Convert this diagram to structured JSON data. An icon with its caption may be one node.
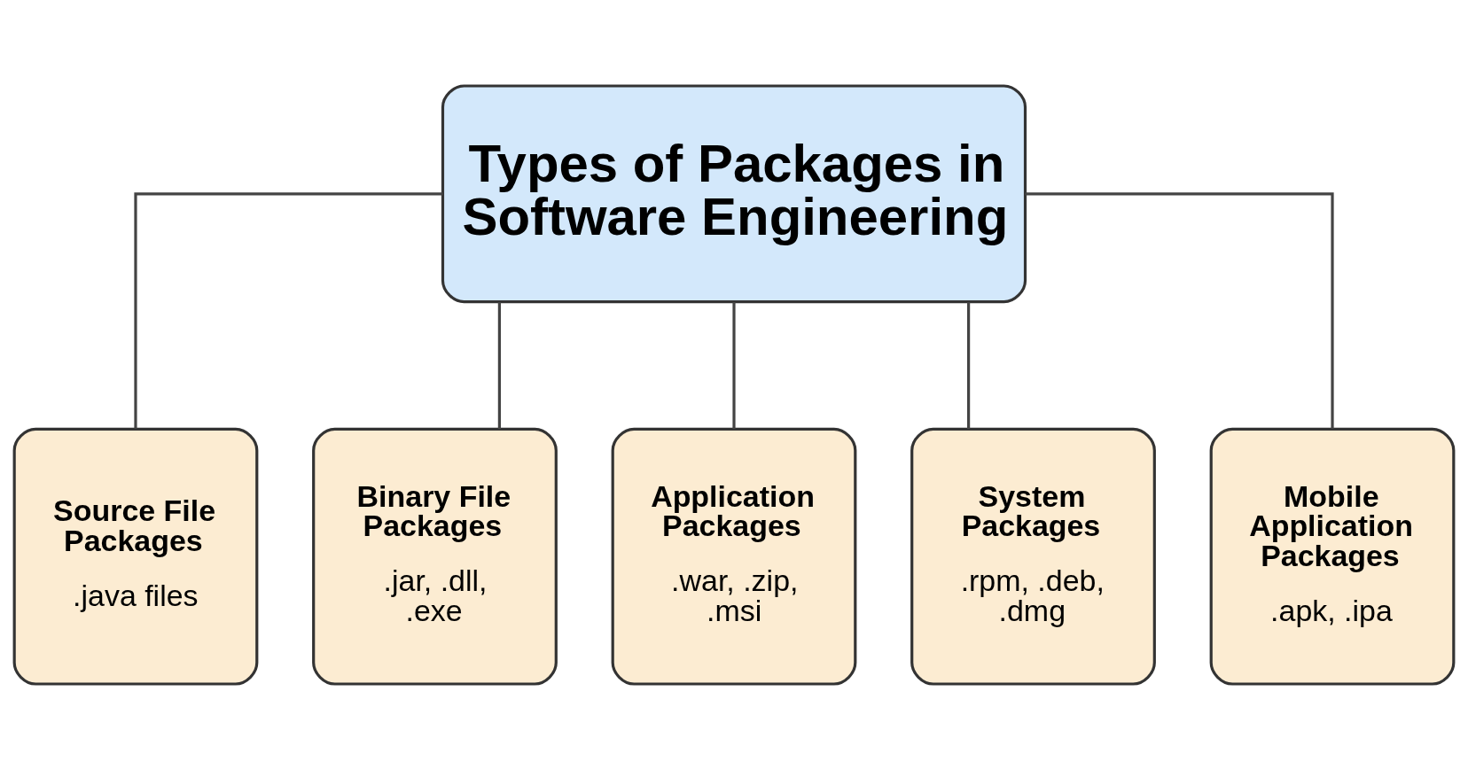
{
  "diagram": {
    "nodes": [
      {
        "text": [
          "Types of Packages in Software Engineering"
        ]
      },
      {
        "text": [
          "Source File Packages",
          ".java files"
        ]
      },
      {
        "text": [
          "Binary File Packages",
          ".jar, .dll, .exe"
        ]
      },
      {
        "text": [
          "Application Packages",
          ".war, .zip, .msi"
        ]
      },
      {
        "text": [
          "System Packages",
          ".rpm, .deb, .dmg"
        ]
      },
      {
        "text": [
          "Mobile Application Packages",
          ".apk, .ipa"
        ]
      }
    ],
    "edges": [
      {
        "from": 0,
        "to": 1,
        "arrow": "none"
      },
      {
        "from": 0,
        "to": 2,
        "arrow": "none"
      },
      {
        "from": 0,
        "to": 3,
        "arrow": "none"
      },
      {
        "from": 0,
        "to": 4,
        "arrow": "none"
      },
      {
        "from": 0,
        "to": 5,
        "arrow": "none"
      }
    ]
  }
}
